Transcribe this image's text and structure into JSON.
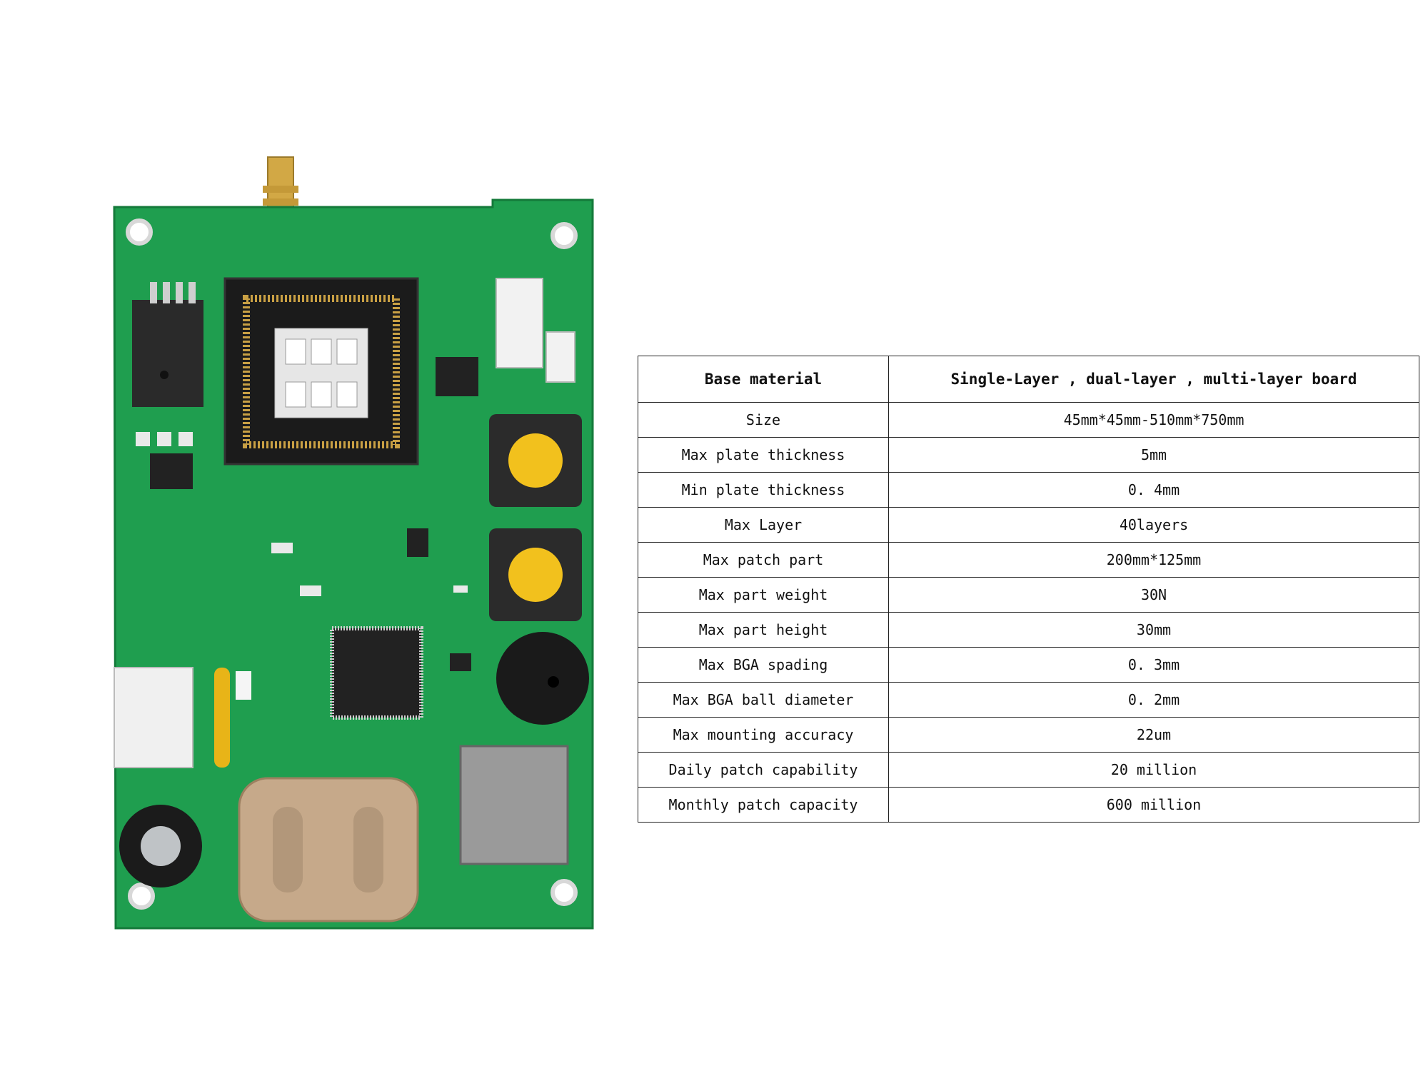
{
  "colors": {
    "pcb_green": "#1f9e4f",
    "pcb_dark_green": "#147a3a",
    "gold": "#d2a845",
    "button_yellow": "#f2c11d",
    "buzzer_black": "#1a1a1a",
    "silver": "#bfc3c6",
    "text": "#111111",
    "grid": "#222222"
  },
  "table": {
    "header": {
      "label": "Base material",
      "value": "Single-Layer , dual-layer , multi-layer board"
    },
    "rows": [
      {
        "label": "Size",
        "value": "45mm*45mm-510mm*750mm"
      },
      {
        "label": "Max plate thickness",
        "value": "5mm"
      },
      {
        "label": "Min plate thickness",
        "value": "0. 4mm"
      },
      {
        "label": "Max Layer",
        "value": "40layers"
      },
      {
        "label": "Max patch part",
        "value": "200mm*125mm"
      },
      {
        "label": "Max part weight",
        "value": "30N"
      },
      {
        "label": "Max part height",
        "value": "30mm"
      },
      {
        "label": "Max BGA spading",
        "value": "0. 3mm"
      },
      {
        "label": "Max BGA ball diameter",
        "value": "0. 2mm"
      },
      {
        "label": "Max mounting accuracy",
        "value": "22um"
      },
      {
        "label": "Daily patch capability",
        "value": "20 million"
      },
      {
        "label": "Monthly patch capacity",
        "value": "600 million"
      }
    ]
  }
}
